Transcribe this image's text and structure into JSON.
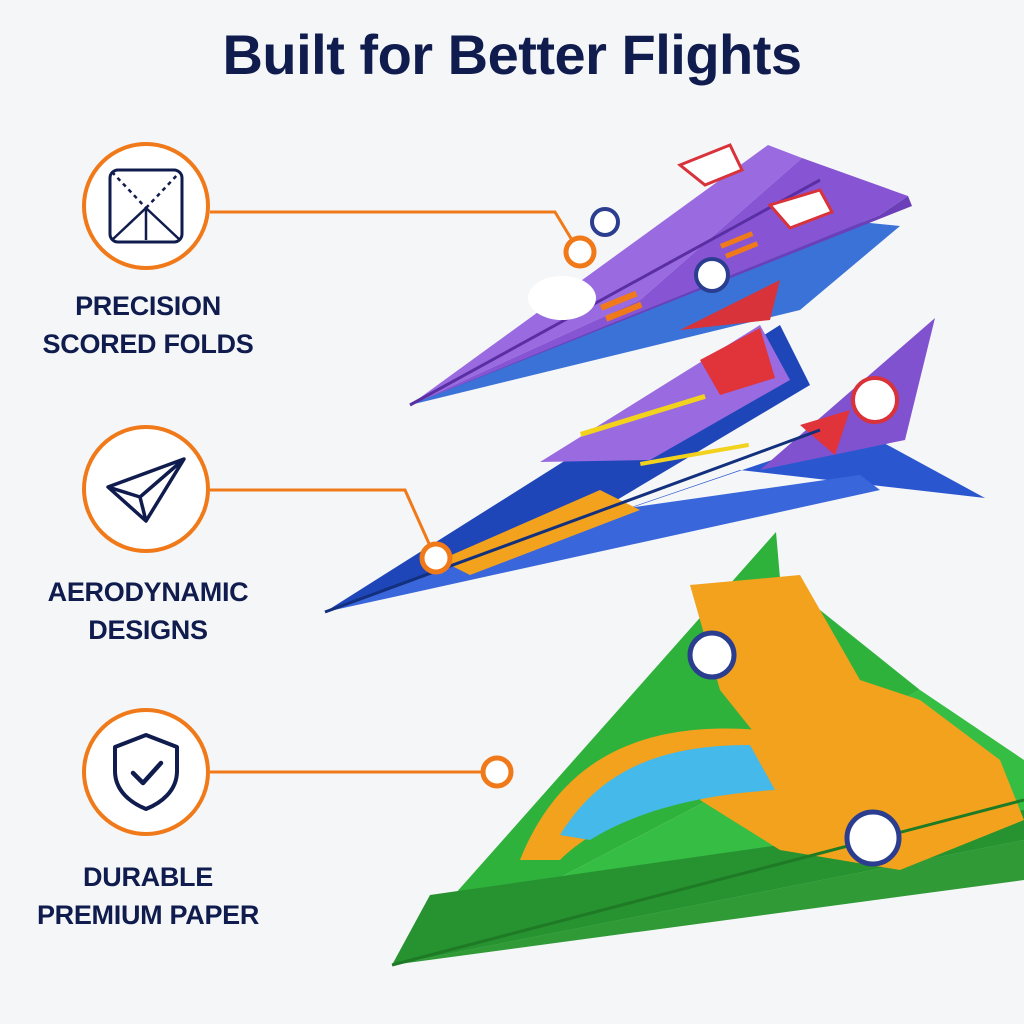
{
  "headline": "Built for Better Flights",
  "colors": {
    "accent": "#f07a1a",
    "text": "#0f1c4d",
    "background": "#f5f6f8"
  },
  "features": [
    {
      "icon": "fold-diagram-icon",
      "label_lines": [
        "PRECISION",
        "SCORED FOLDS"
      ]
    },
    {
      "icon": "paper-plane-icon",
      "label_lines": [
        "AERODYNAMIC",
        "DESIGNS"
      ]
    },
    {
      "icon": "shield-check-icon",
      "label_lines": [
        "DURABLE",
        "PREMIUM PAPER"
      ]
    }
  ],
  "planes": [
    {
      "name": "purple-jet-paper-plane",
      "colors": [
        "#8d5bd6",
        "#2f6fd6",
        "#d8323a"
      ]
    },
    {
      "name": "blue-fighter-paper-plane",
      "colors": [
        "#2a4fc4",
        "#8d5bd6",
        "#e0333a"
      ]
    },
    {
      "name": "green-glider-paper-plane",
      "colors": [
        "#2fae3a",
        "#f2a21c",
        "#3fb7e6"
      ]
    }
  ]
}
